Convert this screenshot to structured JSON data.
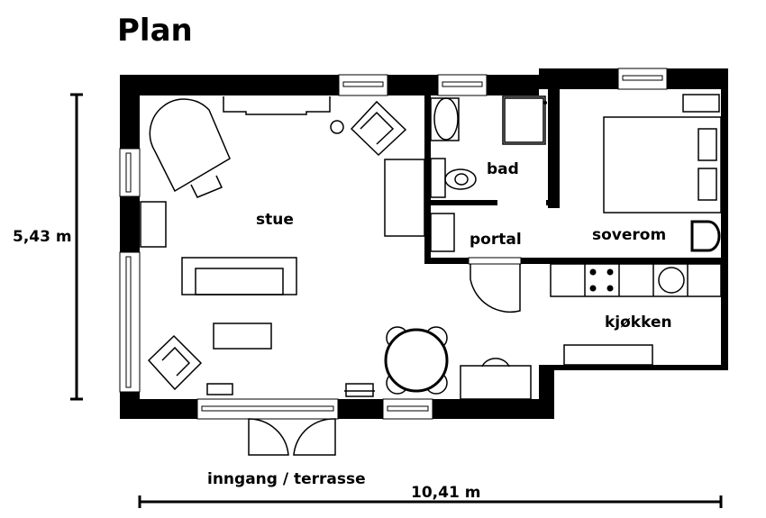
{
  "title": "Plan",
  "rooms": {
    "stue": "stue",
    "bad": "bad",
    "portal": "portal",
    "soverom": "soverom",
    "kjokken": "kjøkken"
  },
  "entrance_label": "inngang / terrasse",
  "dimensions": {
    "height": "5,43 m",
    "width": "10,41 m"
  }
}
